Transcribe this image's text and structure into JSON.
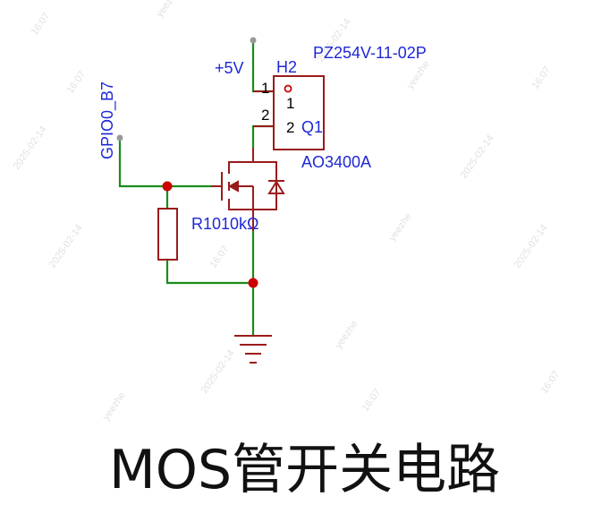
{
  "labels": {
    "vcc": "+5V",
    "header_ref": "H2",
    "header_part": "PZ254V-11-02P",
    "pin1_outer": "1",
    "pin2_outer": "2",
    "pin1_inner": "1",
    "pin2_inner": "2",
    "mosfet_ref": "Q1",
    "mosfet_part": "AO3400A",
    "gpio": "GPIO0_B7",
    "resistor": "R1010kΩ"
  },
  "caption": "MOS管开关电路",
  "watermarks": [
    "16:07",
    "2025-02-14",
    "yeezhe"
  ],
  "colors": {
    "wire": "#1a8c1a",
    "component": "#9b1b1b",
    "junction": "#cc0000",
    "text": "#1e28d6",
    "port": "#9a9a9a"
  }
}
